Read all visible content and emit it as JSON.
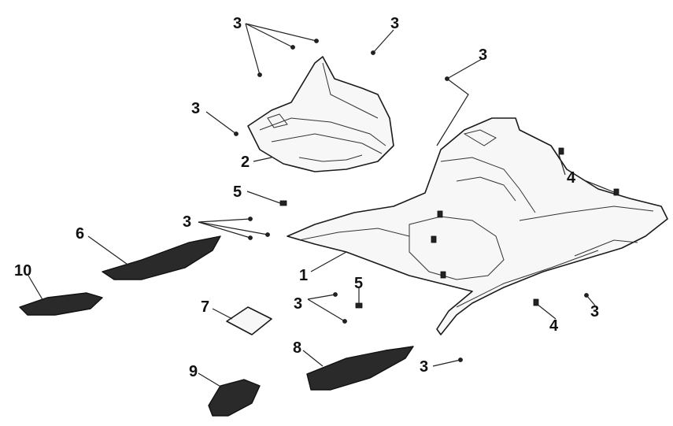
{
  "callouts": {
    "c1": "1",
    "c2": "2",
    "c3a": "3",
    "c3b": "3",
    "c3c": "3",
    "c3d": "3",
    "c3e": "3",
    "c3f": "3",
    "c3g": "3",
    "c3h": "3",
    "c4a": "4",
    "c4b": "4",
    "c5a": "5",
    "c5b": "5",
    "c6": "6",
    "c7": "7",
    "c8": "8",
    "c9": "9",
    "c10": "10"
  },
  "colors": {
    "line": "#1a1a1a",
    "mat_fill": "#2a2a2a",
    "background": "#ffffff"
  }
}
